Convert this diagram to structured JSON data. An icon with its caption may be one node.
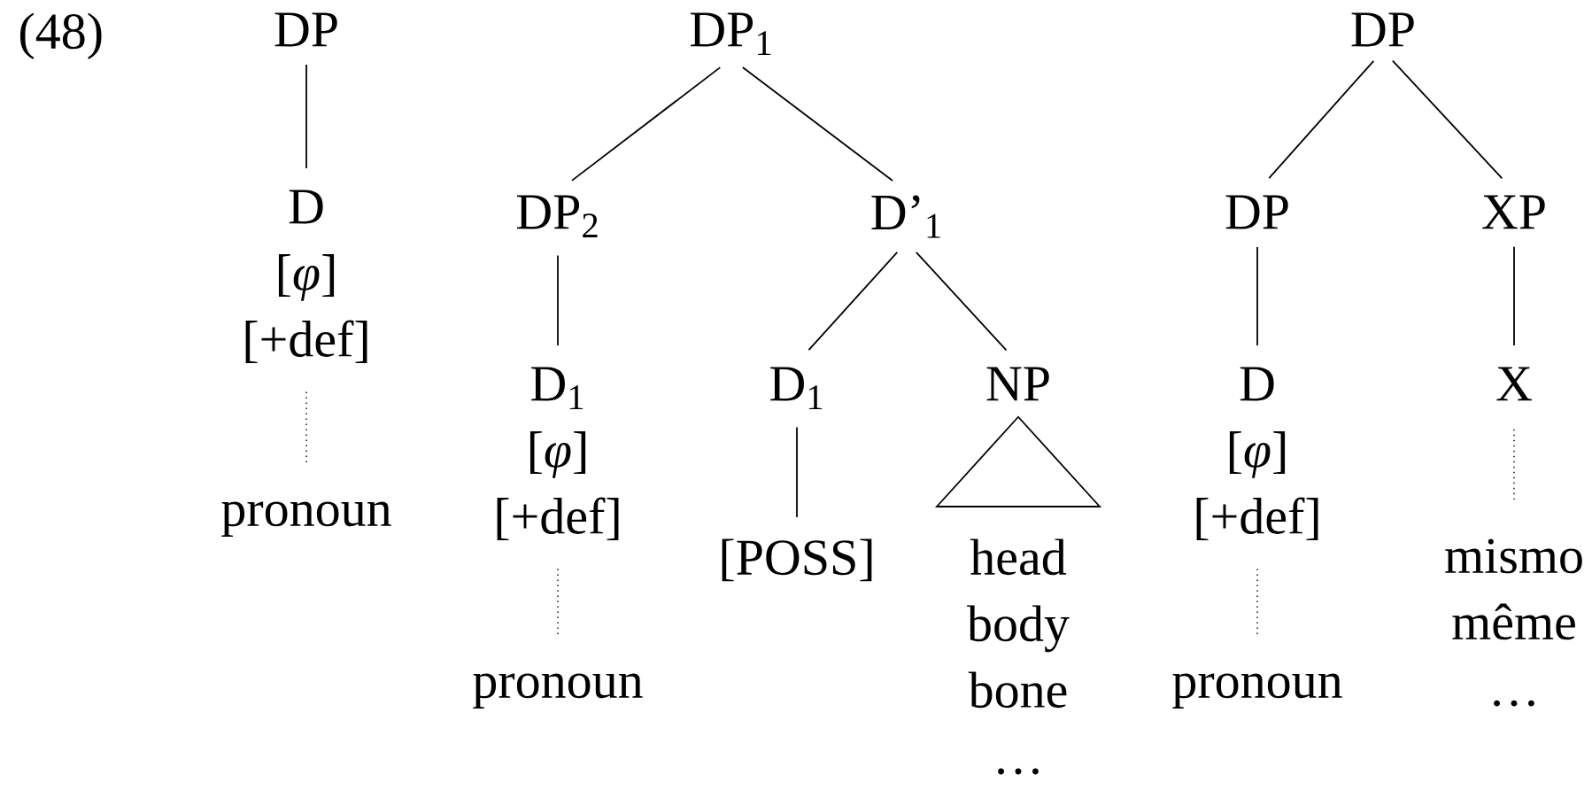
{
  "diagram": {
    "nodes": [
      {
        "text": [
          "DP"
        ]
      },
      {
        "text": [
          "D",
          "[*φ*]",
          "[+def]"
        ]
      },
      {
        "text": [
          "pronoun"
        ]
      },
      {
        "text": [
          "DP$_{1}$"
        ]
      },
      {
        "text": [
          "DP$_{2}$"
        ]
      },
      {
        "text": [
          "D’$_{1}$"
        ]
      },
      {
        "text": [
          "D$_{1}$",
          "[*φ*]",
          "[+def]"
        ]
      },
      {
        "text": [
          "pronoun"
        ]
      },
      {
        "text": [
          "D$_{1}$"
        ]
      },
      {
        "text": [
          "NP"
        ]
      },
      {
        "text": [
          "[POSS]"
        ]
      },
      {
        "text": [
          "head",
          "body",
          "bone",
          "…"
        ]
      },
      {
        "text": [
          "DP"
        ]
      },
      {
        "text": [
          "DP"
        ]
      },
      {
        "text": [
          "XP"
        ]
      },
      {
        "text": [
          "D",
          "[*φ*]",
          "[+def]"
        ]
      },
      {
        "text": [
          "X"
        ]
      },
      {
        "text": [
          "pronoun"
        ]
      },
      {
        "text": [
          "mismo",
          "même",
          "…"
        ]
      }
    ],
    "edges": [
      {
        "from": 0,
        "to": 1,
        "arrow": "none"
      },
      {
        "from": 1,
        "to": 2,
        "arrow": "none",
        "style": "dashed"
      },
      {
        "from": 3,
        "to": 4,
        "arrow": "none"
      },
      {
        "from": 3,
        "to": 5,
        "arrow": "none"
      },
      {
        "from": 4,
        "to": 6,
        "arrow": "none"
      },
      {
        "from": 6,
        "to": 7,
        "arrow": "none",
        "style": "dashed"
      },
      {
        "from": 5,
        "to": 8,
        "arrow": "none"
      },
      {
        "from": 5,
        "to": 9,
        "arrow": "none"
      },
      {
        "from": 8,
        "to": 10,
        "arrow": "none"
      },
      {
        "from": 9,
        "to": 11,
        "arrow": "none"
      },
      {
        "from": 12,
        "to": 13,
        "arrow": "none"
      },
      {
        "from": 12,
        "to": 14,
        "arrow": "none"
      },
      {
        "from": 13,
        "to": 15,
        "arrow": "none"
      },
      {
        "from": 14,
        "to": 16,
        "arrow": "none"
      },
      {
        "from": 15,
        "to": 17,
        "arrow": "none",
        "style": "dashed"
      },
      {
        "from": 16,
        "to": 18,
        "arrow": "none",
        "style": "dashed"
      }
    ],
    "labels": [
      "(48)"
    ]
  }
}
